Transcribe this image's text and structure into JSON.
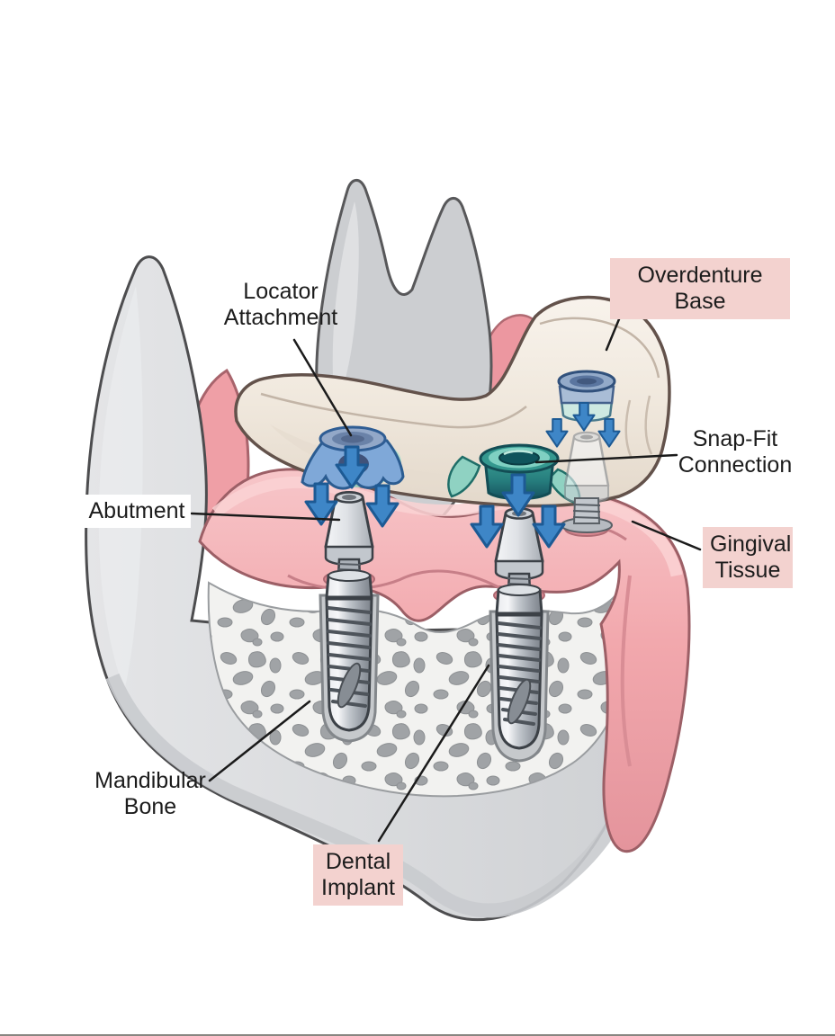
{
  "labels": {
    "locator_attachment": {
      "line1": "Locator",
      "line2": "Attachment"
    },
    "overdenture_base": {
      "line1": "Overdenture Base"
    },
    "snap_fit_connection": {
      "line1": "Snap-Fit",
      "line2": "Connection"
    },
    "abutment": {
      "line1": "Abutment"
    },
    "gingival_tissue": {
      "line1": "Gingival",
      "line2": "Tissue"
    },
    "mandibular_bone": {
      "line1": "Mandibular",
      "line2": "Bone"
    },
    "dental_implant": {
      "line1": "Dental",
      "line2": "Implant"
    }
  },
  "colors": {
    "background": "#ffffff",
    "label_text": "#1c1c1c",
    "label_box_pink": "#f3d2cf",
    "label_box_white": "#ffffff",
    "leader_line": "#1b1b1b",
    "arrow_blue": "#3e86c7",
    "arrow_outline": "#1d5a94",
    "gingiva_pink": "#f2a8ad",
    "bone_gray": "#dcdde0",
    "trabecular_spot_gray": "#a0a3a6",
    "denture_cream": "#f2ebe2",
    "implant_metal_gray": "#b9bec5",
    "locator_teal": "#2f8f8a",
    "housing_blue": "#7fa8d8"
  }
}
